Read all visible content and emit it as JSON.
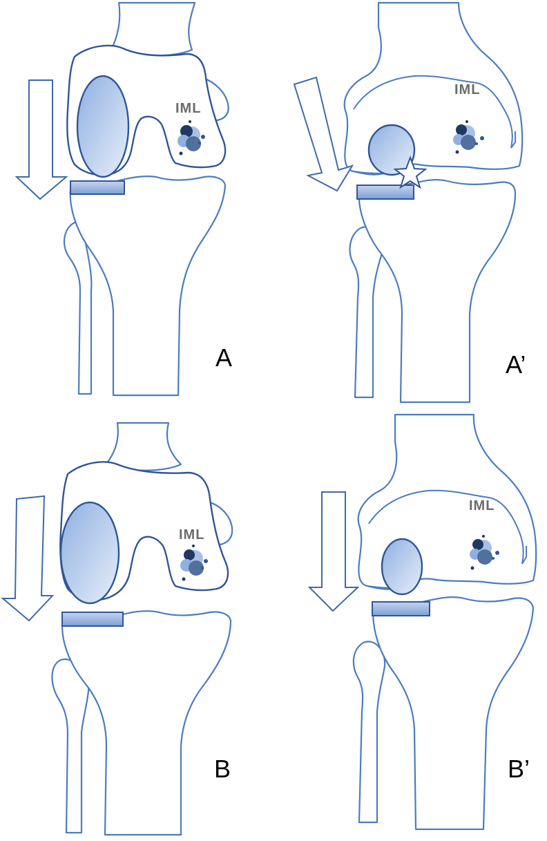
{
  "panels": [
    {
      "id": "A",
      "label": "A",
      "implant_label": "IML"
    },
    {
      "id": "A_prime",
      "label": "A’",
      "implant_label": "IML"
    },
    {
      "id": "B",
      "label": "B",
      "implant_label": "IML"
    },
    {
      "id": "B_prime",
      "label": "B’",
      "implant_label": "IML"
    }
  ],
  "colors": {
    "outline": "#4a7cc0",
    "outline_dark": "#2f5597",
    "fill_light": "#dde7f6",
    "fill_mid": "#8fb0e0",
    "implant_dark": "#1f3864"
  }
}
